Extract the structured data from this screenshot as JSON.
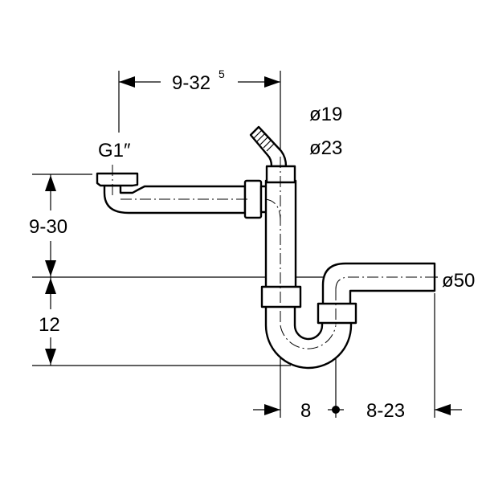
{
  "diagram": {
    "title": "Siphon dimension drawing",
    "labels": {
      "top_width": "9-32",
      "top_width_superscript": "5",
      "hose_outer_diameter": "ø19",
      "hose_connection_diameter": "ø23",
      "inlet_thread": "G1″",
      "left_height": "9-30",
      "lower_height": "12",
      "outlet_diameter": "ø50",
      "bottom_offset": "8",
      "bottom_outlet_range": "8-23"
    }
  }
}
